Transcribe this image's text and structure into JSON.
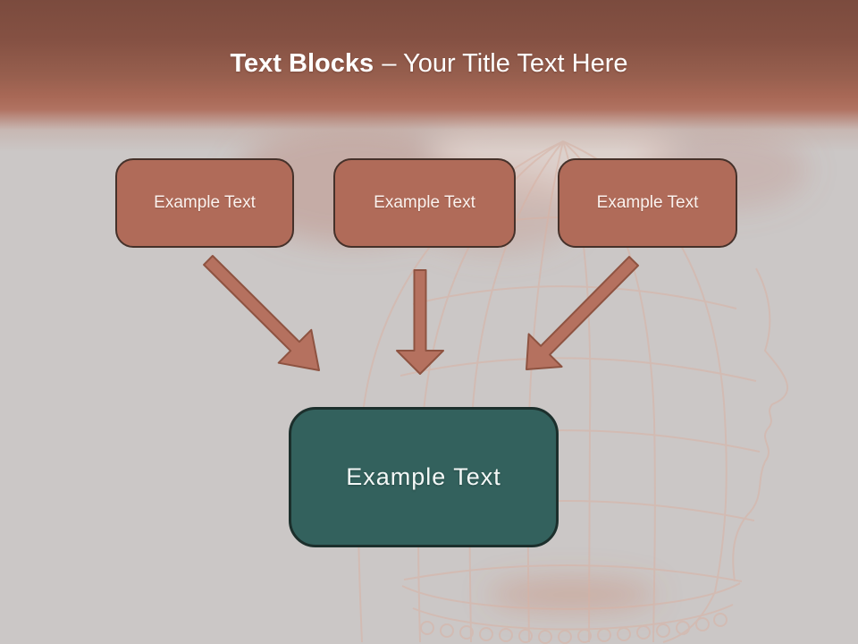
{
  "slide": {
    "title": {
      "bold": "Text Blocks",
      "rest": "– Your Title Text Here"
    },
    "boxes": [
      {
        "label": "Example Text"
      },
      {
        "label": "Example Text"
      },
      {
        "label": "Example Text"
      }
    ],
    "result_box": {
      "label": "Example Text"
    },
    "background": {
      "description": "ghosted wireframe human head profile with bird, light gray"
    },
    "icons": {
      "arrow_down_left_to_center": "arrow-diagonal-down-right",
      "arrow_middle": "arrow-straight-down",
      "arrow_right_to_center": "arrow-diagonal-down-left"
    },
    "colors": {
      "header_top": "#7b4b3e",
      "header_mid": "#a86856",
      "body_bg": "#cbc7c6",
      "box_fill": "#b06b59",
      "box_border": "#45312a",
      "result_fill": "#33615d",
      "result_border": "#1c2f2c",
      "arrow_fill": "#b5715f",
      "arrow_stroke": "#8e5341",
      "title_text": "#ffffff",
      "box_text": "#fbf2ee"
    }
  }
}
